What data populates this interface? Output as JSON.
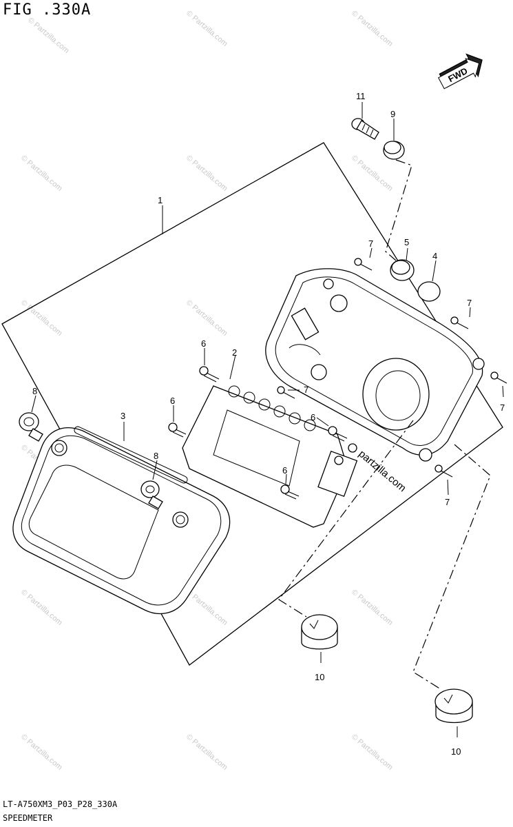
{
  "figure": {
    "title": "FIG .330A",
    "code": "LT-A750XM3_P03_P28_330A",
    "name": "SPEEDMETER"
  },
  "fwd_label": "FWD",
  "watermark": {
    "site_text": "© Partzilla.com",
    "big_text": "partzilla.com"
  },
  "callouts": [
    {
      "id": "c1",
      "label": "1"
    },
    {
      "id": "c2",
      "label": "2"
    },
    {
      "id": "c3",
      "label": "3"
    },
    {
      "id": "c4",
      "label": "4"
    },
    {
      "id": "c5",
      "label": "5"
    },
    {
      "id": "c6a",
      "label": "6"
    },
    {
      "id": "c6b",
      "label": "6"
    },
    {
      "id": "c6c",
      "label": "6"
    },
    {
      "id": "c6d",
      "label": "6"
    },
    {
      "id": "c7a",
      "label": "7"
    },
    {
      "id": "c7b",
      "label": "7"
    },
    {
      "id": "c7c",
      "label": "7"
    },
    {
      "id": "c7d",
      "label": "7"
    },
    {
      "id": "c7e",
      "label": "7"
    },
    {
      "id": "c8a",
      "label": "8"
    },
    {
      "id": "c8b",
      "label": "8"
    },
    {
      "id": "c9",
      "label": "9"
    },
    {
      "id": "c10a",
      "label": "10"
    },
    {
      "id": "c10b",
      "label": "10"
    },
    {
      "id": "c11",
      "label": "11"
    }
  ]
}
